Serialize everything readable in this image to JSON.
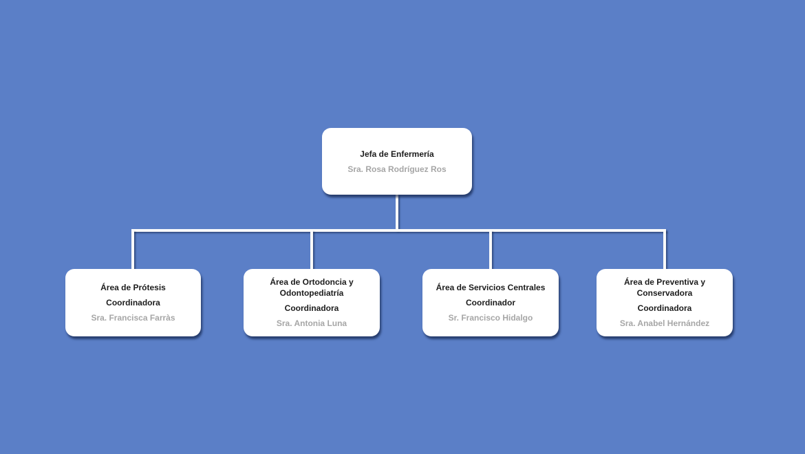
{
  "org_chart": {
    "root": {
      "title": "Jefa de Enfermería",
      "person": "Sra. Rosa Rodríguez Ros"
    },
    "children": [
      {
        "title": "Área de Prótesis",
        "role": "Coordinadora",
        "person": "Sra. Francisca Farràs"
      },
      {
        "title": "Área de Ortodoncia y Odontopediatría",
        "role": "Coordinadora",
        "person": "Sra. Antonia Luna"
      },
      {
        "title": "Área de Servicios Centrales",
        "role": "Coordinador",
        "person": "Sr. Francisco Hidalgo"
      },
      {
        "title": "Área de Preventiva y Conservadora",
        "role": "Coordinadora",
        "person": "Sra. Anabel Hernández"
      }
    ],
    "colors": {
      "background": "#5b7fc7",
      "node_fill": "#ffffff",
      "title_text": "#1c1c1c",
      "person_text": "#a6a6a6",
      "connector": "#fafafa",
      "shadow": "#24335c"
    }
  }
}
